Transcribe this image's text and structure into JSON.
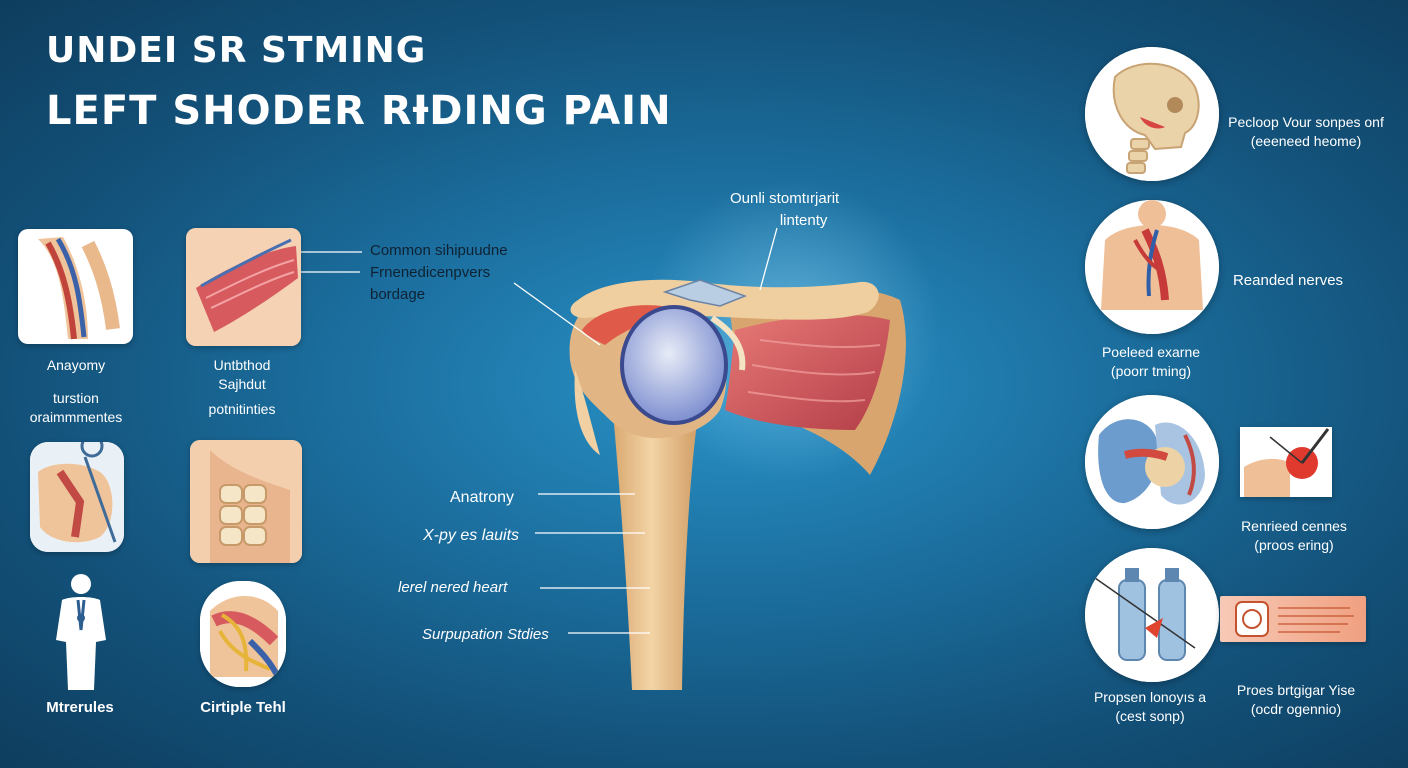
{
  "title": {
    "line1": "UNDEI SR STMING",
    "line2": "LEFT SHODER RƗDING PAIN"
  },
  "left_panel": {
    "tile1_caption": [
      "Anayomy",
      "turstion",
      "oraimmmentes"
    ],
    "tile2_caption": [
      "Untbthod",
      "Sajhdut",
      "potnitinties"
    ],
    "tile5_caption": [
      "Mtrerules"
    ],
    "tile6_caption": [
      "Cirtiple Tehl"
    ]
  },
  "center_labels": {
    "top_right": [
      "Ounli stomtırjarit",
      "lintenty"
    ],
    "upper_left": [
      "Common sihipuudne",
      "Frnenedicenpvers",
      "bordage"
    ],
    "anatomy": "Anatrony",
    "xray": "X-py es lauits",
    "nerve": "lerel nered heart",
    "supination": "Surpupation Stdies"
  },
  "right_panel": {
    "circle1_caption": [
      "Pecloop Vour sonpes onf",
      "(eeeneed heome)"
    ],
    "circle2_caption": [
      "Reanded nerves"
    ],
    "circle2_below": [
      "Poeleed exarne",
      "(poorr tming)"
    ],
    "circle3_caption": [
      "Renrieed cennes",
      "(proos ering)"
    ],
    "circle4_caption": [
      "Propsen lonoyıs a",
      "(cest sonp)"
    ],
    "card_caption": [
      "Proes brtgigar Yise",
      "(ocdr ogennio)"
    ]
  },
  "colors": {
    "bg_dark": "#0e3d5e",
    "bg_light": "#2a93c8",
    "bone": "#e9c79a",
    "muscle": "#d2555a",
    "cartilage": "#8aa0d8"
  }
}
